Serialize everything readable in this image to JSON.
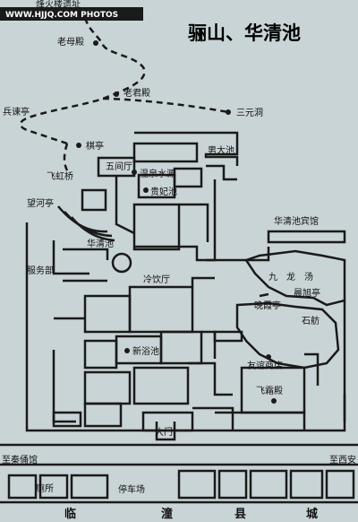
{
  "watermark": "WWW.HJJQ.COM PHOTOS",
  "title": "骊山、华清池",
  "colors": {
    "background": "#c9d4d6",
    "ink": "#1a1a1a",
    "label_bg": "#d8e0e2"
  },
  "labels": {
    "beacon": "烽火楼遗址",
    "laomu": "老母殿",
    "laojun": "老君殿",
    "bingjian": "兵谏亭",
    "sanyuan": "三元洞",
    "qiting": "棋亭",
    "nandachi": "男大池",
    "wujianting": "五间厅",
    "feihongqiao": "飞虹桥",
    "wenquan": "温泉水源",
    "guifeichi": "贵妃池",
    "wangheting": "望河亭",
    "huaqingchi": "华清池",
    "binguan": "华清池宾馆",
    "fuwubu": "服务部",
    "lengyinting": "冷饮厅",
    "jiulongtan": "九　龙　汤",
    "chenxuting": "晨旭亭",
    "wanxiating": "晚霞亭",
    "shifang": "石舫",
    "xinyuchi": "新浴池",
    "youyi": "友谊商店",
    "feishuangdian": "飞霜殿",
    "damen": "大门",
    "qinyongguan": "至秦俑馆",
    "zhixian": "至西安",
    "cesuo": "厕所",
    "tingchechang": "停车场",
    "linxian": [
      "临",
      "潼",
      "县",
      "城"
    ]
  }
}
